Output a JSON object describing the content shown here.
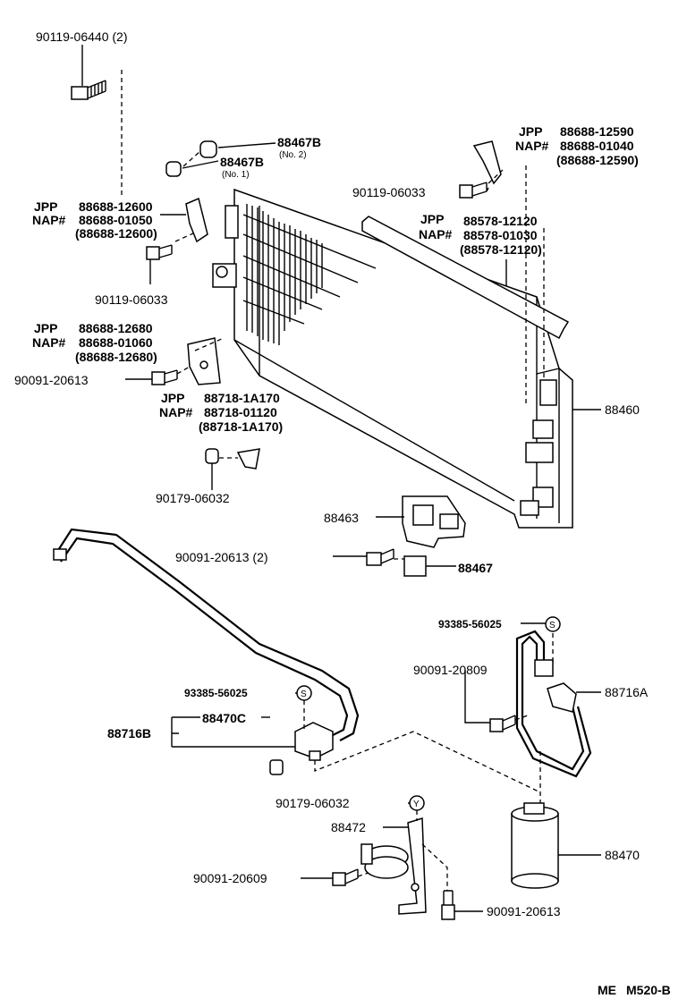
{
  "labels": {
    "bolt_top": "90119-06440 (2)",
    "cap_no2": "88467B",
    "cap_no2_note": "(No. 2)",
    "cap_no1": "88467B",
    "cap_no1_note": "(No. 1)",
    "bkt_right_jpp": "JPP",
    "bkt_right_jpp_pn": "88688-12590",
    "bkt_right_nap": "NAP#",
    "bkt_right_nap_pn": "88688-01040",
    "bkt_right_alt": "(88688-12590)",
    "bolt_right": "90119-06033",
    "bkt_left1_jpp": "JPP",
    "bkt_left1_jpp_pn": "88688-12600",
    "bkt_left1_nap": "NAP#",
    "bkt_left1_nap_pn": "88688-01050",
    "bkt_left1_alt": "(88688-12600)",
    "seal_jpp": "JPP",
    "seal_jpp_pn": "88578-12120",
    "seal_nap": "NAP#",
    "seal_nap_pn": "88578-01030",
    "seal_alt": "(88578-12120)",
    "bolt_left1": "90119-06033",
    "bkt_left2_jpp": "JPP",
    "bkt_left2_jpp_pn": "88688-12680",
    "bkt_left2_nap": "NAP#",
    "bkt_left2_nap_pn": "88688-01060",
    "bkt_left2_alt": "(88688-12680)",
    "bolt_left2": "90091-20613",
    "clip_jpp": "JPP",
    "clip_jpp_pn": "88718-1A170",
    "clip_nap": "NAP#",
    "clip_nap_pn": "88718-01120",
    "clip_alt": "(88718-1A170)",
    "condenser": "88460",
    "nut_clip": "90179-06032",
    "bracket_88463": "88463",
    "bolt_mid": "90091-20613 (2)",
    "cushion": "88467",
    "oring_top": "93385-56025",
    "oring_top_mark": "S",
    "bolt_pipe": "90091-20809",
    "pipe_88716a": "88716A",
    "oring_mid": "93385-56025",
    "oring_mid_mark": "S",
    "plug": "88470C",
    "pipe_88716b": "88716B",
    "nut_bottom": "90179-06032",
    "bracket_88472": "88472",
    "bolt_bottom_left": "90091-20609",
    "receiver": "88470",
    "bolt_bottom_right": "90091-20613",
    "footer_me": "ME",
    "footer_code": "M520-B"
  }
}
